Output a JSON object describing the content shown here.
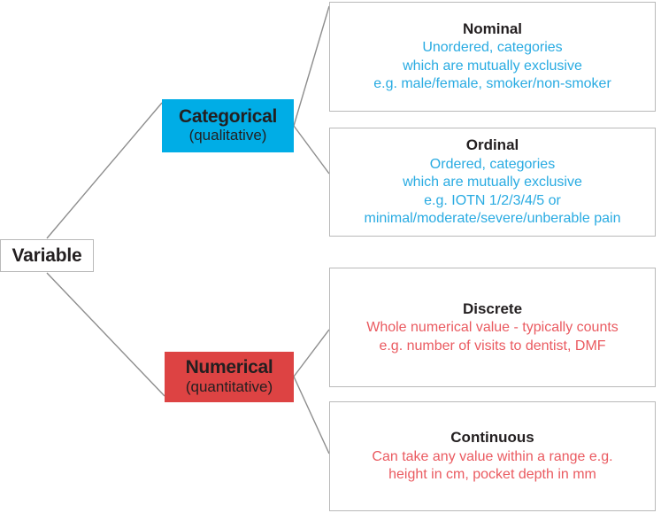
{
  "diagram": {
    "root": {
      "title": "Variable"
    },
    "branches": [
      {
        "name": "categorical",
        "title": "Categorical",
        "subtitle": "(qualitative)",
        "color": "#00ade6",
        "text_color": "#29abe2",
        "children": [
          {
            "name": "nominal",
            "title": "Nominal",
            "lines": [
              "Unordered, categories",
              "which are mutually exclusive",
              "e.g. male/female, smoker/non-smoker"
            ]
          },
          {
            "name": "ordinal",
            "title": "Ordinal",
            "lines": [
              "Ordered, categories",
              "which are mutually exclusive",
              "e.g. IOTN 1/2/3/4/5 or",
              "minimal/moderate/severe/unberable pain"
            ]
          }
        ]
      },
      {
        "name": "numerical",
        "title": "Numerical",
        "subtitle": "(quantitative)",
        "color": "#dd4343",
        "text_color": "#ea5a60",
        "children": [
          {
            "name": "discrete",
            "title": "Discrete",
            "lines": [
              "Whole numerical value - typically counts",
              "e.g. number of visits to dentist, DMF"
            ]
          },
          {
            "name": "continuous",
            "title": "Continuous",
            "lines": [
              "Can take any value within a range e.g.",
              "height in cm, pocket depth in mm"
            ]
          }
        ]
      }
    ]
  }
}
